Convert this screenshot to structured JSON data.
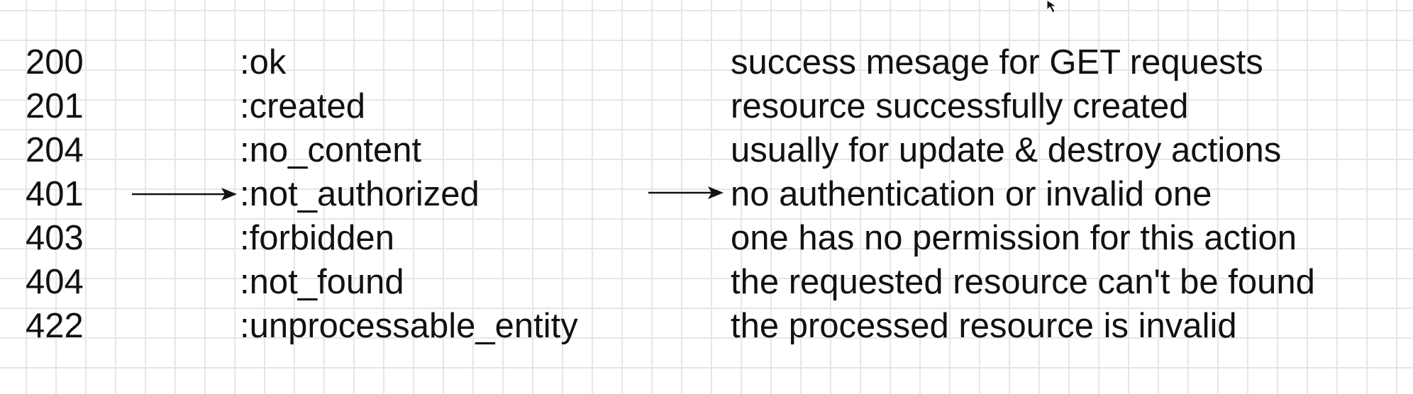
{
  "rows": [
    {
      "code": "200",
      "symbol": ":ok",
      "description": "success mesage for GET requests"
    },
    {
      "code": "201",
      "symbol": ":created",
      "description": "resource successfully created"
    },
    {
      "code": "204",
      "symbol": ":no_content",
      "description": "usually for update & destroy actions"
    },
    {
      "code": "401",
      "symbol": ":not_authorized",
      "description": "no authentication or invalid one",
      "arrows": true
    },
    {
      "code": "403",
      "symbol": ":forbidden",
      "description": "one has no permission for this action"
    },
    {
      "code": "404",
      "symbol": ":not_found",
      "description": "the requested resource can't be found"
    },
    {
      "code": "422",
      "symbol": ":unprocessable_entity",
      "description": "the processed resource is invalid"
    }
  ],
  "icons": {
    "arrow": "arrow-right-icon",
    "cursor": "mouse-pointer-icon"
  },
  "colors": {
    "text": "#111111",
    "grid": "#e6e6e6",
    "background": "#ffffff"
  }
}
